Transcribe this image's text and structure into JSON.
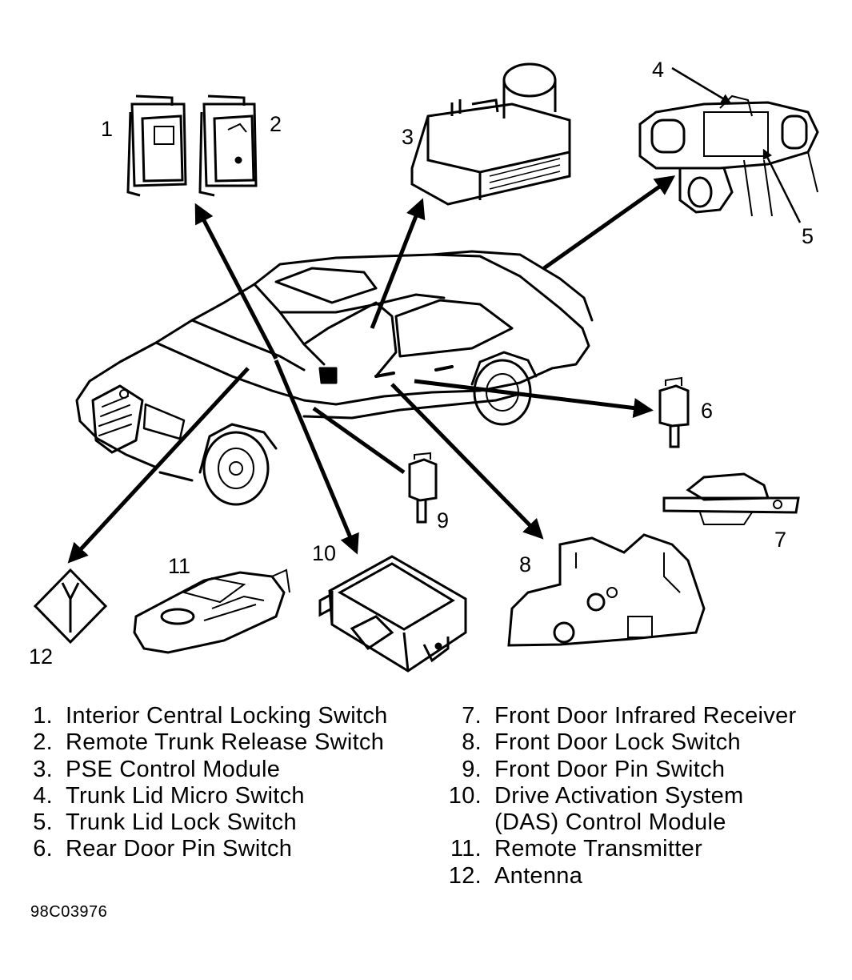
{
  "diagram": {
    "callouts": [
      "1",
      "2",
      "3",
      "4",
      "5",
      "6",
      "7",
      "8",
      "9",
      "10",
      "11",
      "12"
    ],
    "legend_left": [
      {
        "num": "1.",
        "text": "Interior Central Locking Switch"
      },
      {
        "num": "2.",
        "text": "Remote Trunk Release Switch"
      },
      {
        "num": "3.",
        "text": "PSE Control Module"
      },
      {
        "num": "4.",
        "text": "Trunk Lid Micro Switch"
      },
      {
        "num": "5.",
        "text": "Trunk Lid Lock Switch"
      },
      {
        "num": "6.",
        "text": "Rear Door Pin Switch"
      }
    ],
    "legend_right": [
      {
        "num": "7.",
        "text": "Front Door Infrared Receiver"
      },
      {
        "num": "8.",
        "text": "Front Door Lock Switch"
      },
      {
        "num": "9.",
        "text": "Front Door Pin Switch"
      },
      {
        "num": "10.",
        "text": "Drive Activation System"
      },
      {
        "num": "",
        "text": "(DAS) Control Module"
      },
      {
        "num": "11.",
        "text": "Remote Transmitter"
      },
      {
        "num": "12.",
        "text": "Antenna"
      }
    ],
    "reference_code": "98C03976"
  }
}
